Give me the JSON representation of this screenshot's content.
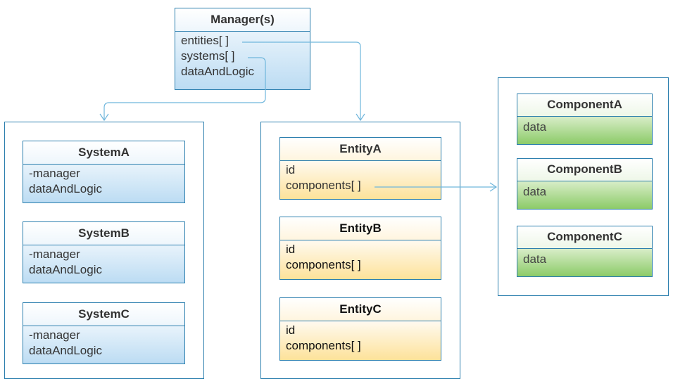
{
  "manager": {
    "title": "Manager(s)",
    "fields": [
      "entities[ ]",
      "systems[ ]",
      "dataAndLogic"
    ]
  },
  "systems": [
    {
      "title": "SystemA",
      "fields": [
        "-manager",
        "dataAndLogic"
      ]
    },
    {
      "title": "SystemB",
      "fields": [
        "-manager",
        "dataAndLogic"
      ]
    },
    {
      "title": "SystemC",
      "fields": [
        "-manager",
        "dataAndLogic"
      ]
    }
  ],
  "entities": [
    {
      "title": "EntityA",
      "fields": [
        "id",
        "components[ ]"
      ]
    },
    {
      "title": "EntityB",
      "fields": [
        "id",
        "components[ ]"
      ]
    },
    {
      "title": "EntityC",
      "fields": [
        "id",
        "components[ ]"
      ]
    }
  ],
  "components": [
    {
      "title": "ComponentA",
      "fields": [
        "data"
      ]
    },
    {
      "title": "ComponentB",
      "fields": [
        "data"
      ]
    },
    {
      "title": "ComponentC",
      "fields": [
        "data"
      ]
    }
  ],
  "colors": {
    "border": "#2c7fae",
    "connector": "#6fb6dc",
    "system_fill": "#bcdcf3",
    "entity_fill": "#fde29a",
    "component_fill": "#8ccb68"
  }
}
